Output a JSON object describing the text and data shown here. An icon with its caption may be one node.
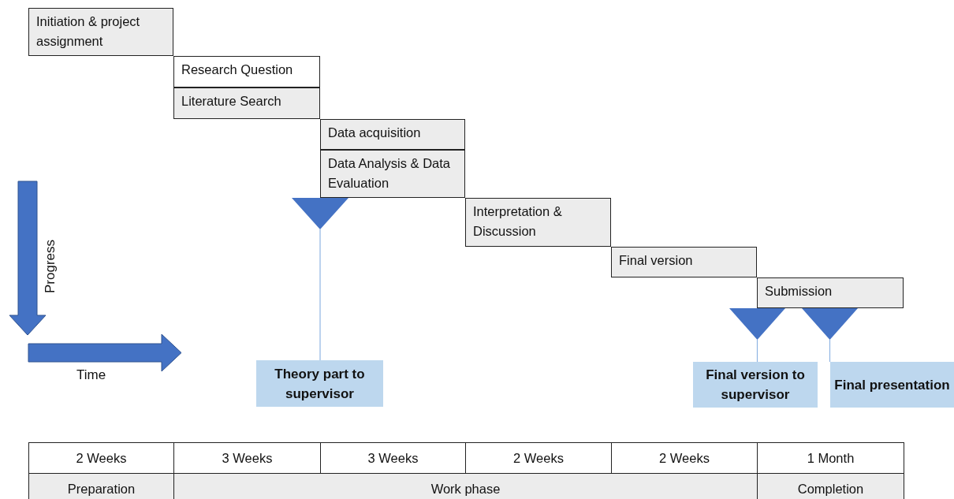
{
  "diagram": {
    "nodes": [
      {
        "text": [
          "Initiation & project assignment"
        ]
      },
      {
        "text": [
          "Research Question"
        ]
      },
      {
        "text": [
          "Literature Search"
        ]
      },
      {
        "text": [
          "Data acquisition"
        ]
      },
      {
        "text": [
          "Data Analysis & Data Evaluation"
        ]
      },
      {
        "text": [
          "Interpretation & Discussion"
        ]
      },
      {
        "text": [
          "Final version"
        ]
      },
      {
        "text": [
          "Submission"
        ]
      },
      {
        "text": [],
        "shape": "triangle"
      },
      {
        "text": [],
        "shape": "triangle"
      },
      {
        "text": [],
        "shape": "triangle"
      },
      {
        "text": [
          "Theory part to supervisor"
        ]
      },
      {
        "text": [
          "Final version to supervisor"
        ]
      },
      {
        "text": [
          "Final presentation"
        ]
      }
    ],
    "edges": [
      {
        "from": 8,
        "to": 11,
        "arrow": "none"
      },
      {
        "from": 9,
        "to": 12,
        "arrow": "none"
      },
      {
        "from": 10,
        "to": 13,
        "arrow": "none"
      }
    ],
    "labels": [
      "Progress",
      "Time",
      "2 Weeks",
      "3 Weeks",
      "3 Weeks",
      "2 Weeks",
      "2 Weeks",
      "1 Month",
      "Preparation",
      "Work phase",
      "Completion"
    ]
  }
}
